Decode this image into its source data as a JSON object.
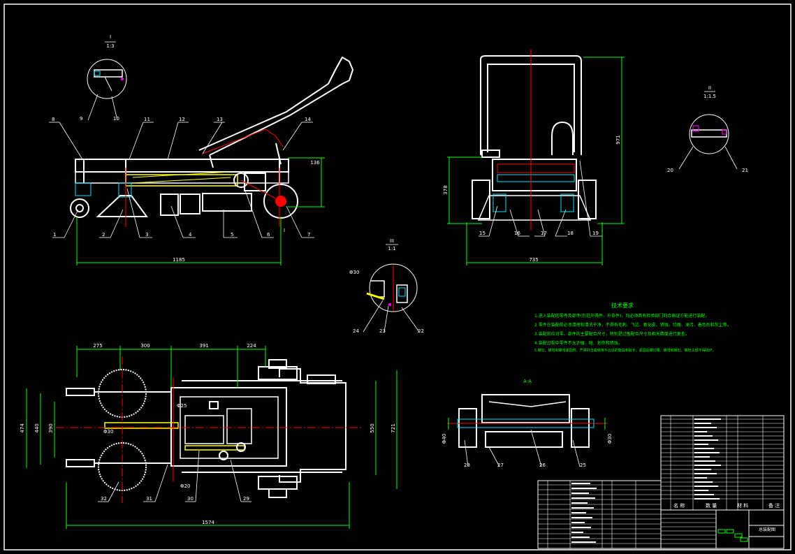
{
  "section_views": [
    {
      "id": "I",
      "top": "I",
      "bottom": "1:3"
    },
    {
      "id": "II",
      "top": "II",
      "bottom": "1:1.5"
    },
    {
      "id": "III",
      "top": "III",
      "bottom": "1:1"
    }
  ],
  "side_view": {
    "callouts": [
      "1",
      "2",
      "3",
      "4",
      "5",
      "6",
      "7",
      "8",
      "9",
      "10",
      "11",
      "12",
      "13",
      "14"
    ],
    "dims": {
      "length": "1185",
      "height": "136",
      "aux": "I"
    }
  },
  "front_view": {
    "callouts": [
      "15",
      "16",
      "17",
      "18",
      "19"
    ],
    "dims": {
      "width": "735",
      "height_small": "378",
      "height_total": "971"
    }
  },
  "detail_II": {
    "callouts": [
      "20",
      "21"
    ]
  },
  "detail_III": {
    "callouts": [
      "24",
      "23",
      "22"
    ],
    "dim": "Φ30"
  },
  "section_AA": {
    "title": "A-A",
    "callouts": [
      "28",
      "27",
      "26",
      "25"
    ],
    "dims": {
      "left": "Φ40",
      "right": "Φ30"
    }
  },
  "top_view": {
    "callouts": [
      "32",
      "31",
      "30",
      "29"
    ],
    "dims": {
      "top": [
        "275",
        "300",
        "391",
        "224"
      ],
      "total": "1574",
      "left_outer": "474",
      "left_mid": "440",
      "left_inner": "390",
      "right_inner": "550",
      "right_outer": "721",
      "phi1": "Φ25",
      "phi2": "Φ20",
      "phi3": "Φ30"
    }
  },
  "tech_requirements": {
    "title": "技术要求",
    "lines": [
      "1.进入装配的零件及部件(包括外购件、外协件)，均必须具有检验部门的合格证方能进行装配。",
      "2.零件在装配前必须清理和清洗干净，不得有毛刺、飞边、氧化皮、锈蚀、切屑、油污、着色剂和灰尘等。",
      "3.装配前应对零、部件的主要配合尺寸，特别是过盈配合尺寸及相关精度进行复查。",
      "4.装配过程中零件不允许磕、碰、划伤和锈蚀。",
      "5.螺钉、螺栓和螺母紧固时，严禁打击或使用不合适的旋具和扳手。紧固后螺钉槽、螺母和螺钉、螺栓头部不得损坏。"
    ]
  },
  "title_block": {
    "h_name": "名 称",
    "h_qty": "数 量",
    "h_mat": "材 料",
    "h_note": "备 注",
    "drawing_name": "总装配图"
  },
  "colors": {
    "outline": "#ffffff",
    "dimension": "#00ff00",
    "center": "#ff0000",
    "hatch": "#00e5ff",
    "highlight": "#ffff00",
    "mark": "#ff00ff"
  }
}
